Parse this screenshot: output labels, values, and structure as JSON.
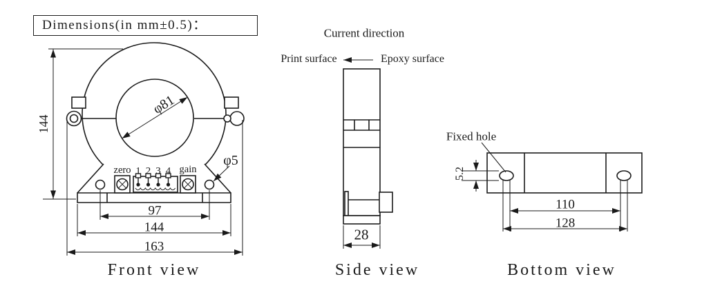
{
  "title": "Dimensions(in mm±0.5)：",
  "colors": {
    "line_color": "#1a1a1a",
    "background": "#ffffff"
  },
  "front_view": {
    "caption": "Front view",
    "inner_diameter_label": "φ81",
    "mount_hole_diameter_label": "φ5",
    "zero_label": "zero",
    "gain_label": "gain",
    "pin_numbers": [
      "1",
      "2",
      "3",
      "4"
    ],
    "dim_height": "144",
    "dim_hole_spacing": "97",
    "dim_base_width": "144",
    "dim_overall_width": "163"
  },
  "side_view": {
    "caption": "Side view",
    "current_direction_label": "Current direction",
    "print_surface_label": "Print surface",
    "epoxy_surface_label": "Epoxy surface",
    "dim_thickness": "28"
  },
  "bottom_view": {
    "caption": "Bottom view",
    "fixed_hole_label": "Fixed hole",
    "dim_slot_height": "5.2",
    "dim_hole_spacing": "110",
    "dim_base_length": "128"
  }
}
